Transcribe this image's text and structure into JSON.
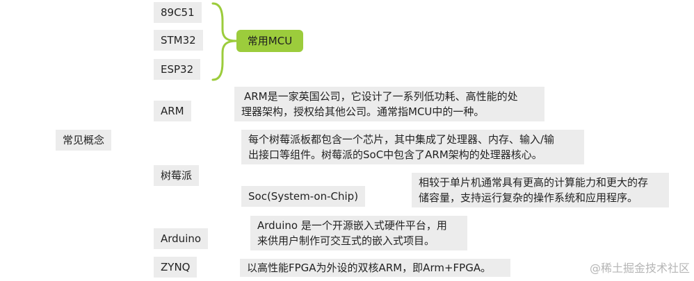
{
  "root": "常见概念",
  "mcu_group": {
    "items": [
      "89C51",
      "STM32",
      "ESP32"
    ],
    "label": "常用MCU",
    "accent": "#9ccc3c"
  },
  "arm": {
    "label": "ARM",
    "note_lines": [
      "ARM是一家英国公司，它设计了一系列低功耗、高性能的处",
      "理器架构，授权给其他公司。通常指MCU中的一种。"
    ]
  },
  "raspberry": {
    "label": "树莓派",
    "note_lines": [
      "每个树莓派板都包含一个芯片，其中集成了处理器、内存、输入/输",
      "出接口等组件。树莓派的SoC中包含了ARM架构的处理器核心。"
    ],
    "soc": {
      "label": "Soc(System-on-Chip)",
      "note_lines": [
        "相较于单片机通常具有更高的计算能力和更大的存",
        "储容量，支持运行复杂的操作系统和应用程序。"
      ]
    }
  },
  "arduino": {
    "label": "Arduino",
    "note_lines": [
      "Arduino 是一个开源嵌入式硬件平台，用",
      "来供用户制作可交互式的嵌入式项目。"
    ]
  },
  "zynq": {
    "label": "ZYNQ",
    "note_lines": [
      "以高性能FPGA为外设的双核ARM，即Arm+FPGA。"
    ]
  },
  "watermark": "@稀土掘金技术社区",
  "colors": {
    "node_bg": "#ececec",
    "mcu_bg": "#9ccc3c",
    "bracket": "#9ccc3c"
  }
}
